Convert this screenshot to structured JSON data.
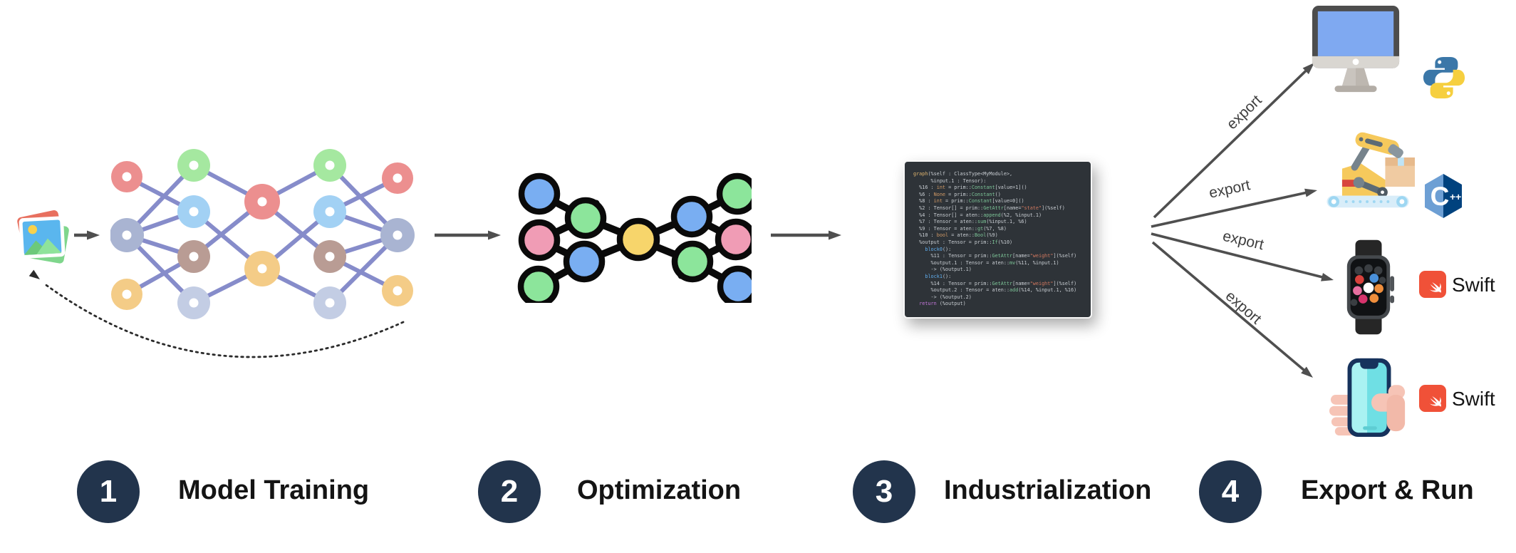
{
  "steps": [
    {
      "number": "1",
      "label": "Model Training"
    },
    {
      "number": "2",
      "label": "Optimization"
    },
    {
      "number": "3",
      "label": "Industrialization"
    },
    {
      "number": "4",
      "label": "Export & Run"
    }
  ],
  "flow_arrows": {
    "labels": [
      "export",
      "export",
      "export",
      "export"
    ]
  },
  "code_panel": {
    "language": "TorchScript graph IR",
    "lines": [
      "graph(%self : ClassType<MyModule>,",
      "      %input.1 : Tensor):",
      "  %16 : int = prim::Constant[value=1]()",
      "  %6 : None = prim::Constant()",
      "  %8 : int = prim::Constant[value=0]()",
      "  %2 : Tensor[] = prim::GetAttr[name=\"state\"](%self)",
      "  %4 : Tensor[] = aten::append(%2, %input.1)",
      "  %7 : Tensor = aten::sum(%input.1, %6)",
      "  %9 : Tensor = aten::gt(%7, %8)",
      "  %10 : bool = aten::Bool(%9)",
      "  %output : Tensor = prim::If(%10)",
      "    block0():",
      "      %11 : Tensor = prim::GetAttr[name=\"weight\"](%self)",
      "      %output.1 : Tensor = aten::mv(%11, %input.1)",
      "      -> (%output.1)",
      "    block1():",
      "      %14 : Tensor = prim::GetAttr[name=\"weight\"](%self)",
      "      %output.2 : Tensor = aten::add(%14, %input.1, %16)",
      "      -> (%output.2)",
      "  return (%output)"
    ]
  },
  "export_targets": [
    {
      "device_icon": "desktop-computer-icon",
      "runtime_icon": "python-logo-icon",
      "runtime_label": ""
    },
    {
      "device_icon": "robot-arm-icon",
      "runtime_icon": "cpp-logo-icon",
      "runtime_label": ""
    },
    {
      "device_icon": "smartwatch-icon",
      "runtime_icon": "swift-logo-icon",
      "runtime_label": "Swift"
    },
    {
      "device_icon": "smartphone-icon",
      "runtime_icon": "swift-logo-icon",
      "runtime_label": "Swift"
    }
  ],
  "icons": {
    "input": "photo-stack-icon",
    "training": "neural-network-icon",
    "optimized": "optimized-graph-icon",
    "feedback": "dotted-feedback-arrow"
  },
  "colors": {
    "step_circle": "#22344c",
    "code_background": "#2e3338",
    "arrow_gray": "#4f4f4f",
    "network_edge_purple": "#8086c8",
    "swift_orange": "#f05138",
    "python_blue": "#3b77a8",
    "python_yellow": "#f6cf3f",
    "cpp_blue": "#00427e",
    "node_blue": "#79aef2",
    "node_pink": "#f09cb5",
    "node_green": "#8ce59b",
    "node_yellow": "#f7d56b"
  }
}
